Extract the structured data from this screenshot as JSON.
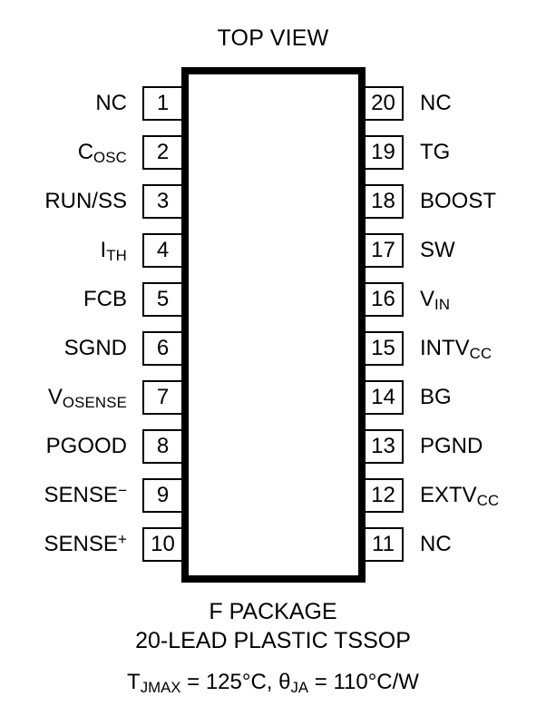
{
  "diagram": {
    "title": "TOP VIEW",
    "package_outline": {
      "shape": "rectangle",
      "fill": "#ffffff",
      "stroke": "#000000"
    },
    "left_pins": [
      {
        "number": "1",
        "label": "NC",
        "sub": "",
        "sup": ""
      },
      {
        "number": "2",
        "label": "C",
        "sub": "OSC",
        "sup": ""
      },
      {
        "number": "3",
        "label": "RUN/SS",
        "sub": "",
        "sup": ""
      },
      {
        "number": "4",
        "label": "I",
        "sub": "TH",
        "sup": ""
      },
      {
        "number": "5",
        "label": "FCB",
        "sub": "",
        "sup": ""
      },
      {
        "number": "6",
        "label": "SGND",
        "sub": "",
        "sup": ""
      },
      {
        "number": "7",
        "label": "V",
        "sub": "OSENSE",
        "sup": ""
      },
      {
        "number": "8",
        "label": "PGOOD",
        "sub": "",
        "sup": ""
      },
      {
        "number": "9",
        "label": "SENSE",
        "sub": "",
        "sup": "−"
      },
      {
        "number": "10",
        "label": "SENSE",
        "sub": "",
        "sup": "+"
      }
    ],
    "right_pins": [
      {
        "number": "20",
        "label": "NC",
        "sub": "",
        "sup": ""
      },
      {
        "number": "19",
        "label": "TG",
        "sub": "",
        "sup": ""
      },
      {
        "number": "18",
        "label": "BOOST",
        "sub": "",
        "sup": ""
      },
      {
        "number": "17",
        "label": "SW",
        "sub": "",
        "sup": ""
      },
      {
        "number": "16",
        "label": "V",
        "sub": "IN",
        "sup": ""
      },
      {
        "number": "15",
        "label": "INTV",
        "sub": "CC",
        "sup": ""
      },
      {
        "number": "14",
        "label": "BG",
        "sub": "",
        "sup": ""
      },
      {
        "number": "13",
        "label": "PGND",
        "sub": "",
        "sup": ""
      },
      {
        "number": "12",
        "label": "EXTV",
        "sub": "CC",
        "sup": ""
      },
      {
        "number": "11",
        "label": "NC",
        "sub": "",
        "sup": ""
      }
    ],
    "caption": {
      "package_name": "F PACKAGE",
      "package_description": "20-LEAD PLASTIC TSSOP",
      "thermal": {
        "tj_symbol": "T",
        "tj_sub": "JMAX",
        "tj_value": " = 125°C, ",
        "theta_symbol": "θ",
        "theta_sub": "JA",
        "theta_value": " = 110°C/W"
      }
    }
  }
}
